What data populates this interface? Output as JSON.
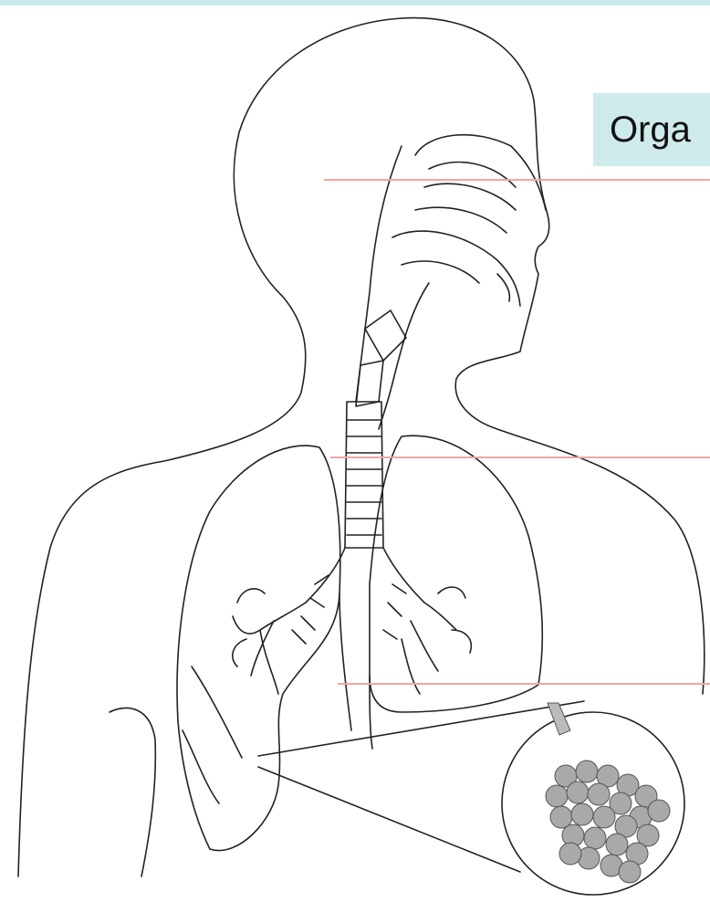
{
  "colors": {
    "top_strip": "#c9e9e9",
    "label_box": "#cfeaea",
    "pointer_line": "#f2a4a4",
    "outline": "#222222",
    "alveoli_fill": "#a9a9a9"
  },
  "label": {
    "text": "Orga"
  },
  "figure": {
    "icon": "respiratory-system-illustration",
    "pointer_count": 3
  }
}
